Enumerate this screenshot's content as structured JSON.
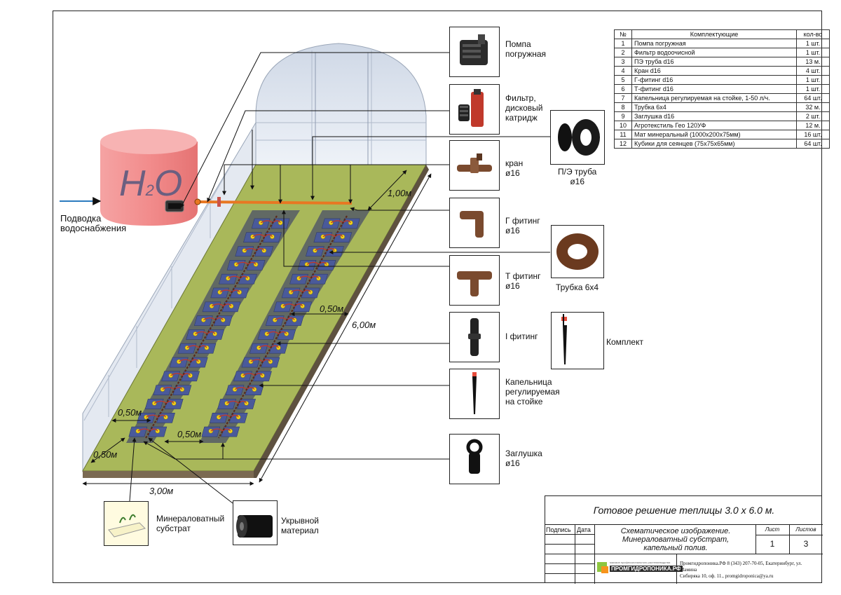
{
  "labels": {
    "water": "H",
    "water_sub": "2",
    "water_o": "O",
    "supply": "Подводка\nводоснабжения",
    "substrate": "Минераловатный\nсубстрат",
    "cover": "Укрывной\nматериал"
  },
  "dimensions": {
    "d1": "1,00м",
    "d2": "0,50м",
    "d3": "6,00м",
    "d4": "0,50м",
    "d5": "0,50м",
    "d6": "0,50м",
    "d7": "3,00м"
  },
  "callouts": [
    {
      "name": "pump",
      "label": "Помпа\nпогружная"
    },
    {
      "name": "filter",
      "label": "Фильтр,\nдисковый\nкатридж"
    },
    {
      "name": "valve",
      "label": "кран\nø16"
    },
    {
      "name": "g-fitting",
      "label": "Г фитинг\nø16"
    },
    {
      "name": "t-fitting",
      "label": "Т фитинг\nø16"
    },
    {
      "name": "i-fitting",
      "label": "I фитинг"
    },
    {
      "name": "dripper",
      "label": "Капельница\nрегулируемая\nна стойке"
    },
    {
      "name": "plug",
      "label": "Заглушка\nø16"
    }
  ],
  "extras": {
    "pe_pipe": "П/Э труба\nø16",
    "tube": "Трубка 6х4",
    "kit": "Комплект"
  },
  "table": {
    "headers": [
      "№",
      "Комплектующие",
      "кол-во"
    ],
    "rows": [
      [
        "1",
        "Помпа погружная",
        "1 шт."
      ],
      [
        "2",
        "Фильтр водоочисной",
        "1 шт."
      ],
      [
        "3",
        "ПЭ труба d16",
        "13 м."
      ],
      [
        "4",
        "Кран d16",
        "4 шт."
      ],
      [
        "5",
        "Г-фитинг d16",
        "1 шт."
      ],
      [
        "6",
        "Т-фитинг d16",
        "1 шт."
      ],
      [
        "7",
        "Капельница регулируемая на стойке, 1-50 л/ч.",
        "64 шт."
      ],
      [
        "8",
        "Трубка 6х4",
        "32 м."
      ],
      [
        "9",
        "Заглушка d16",
        "2 шт."
      ],
      [
        "10",
        "Агротекстиль Гео 120УФ",
        "12 м."
      ],
      [
        "11",
        "Мат минеральный (1000х200х75мм)",
        "16 шт."
      ],
      [
        "12",
        "Кубики для сеянцев (75х75х65мм)",
        "64 шт."
      ]
    ]
  },
  "stamp": {
    "title": "Готовое решение теплицы 3.0 х 6.0 м.",
    "podpis": "Подпись",
    "data": "Дата",
    "desc": "Схематическое  изображение.\nМинераловатный субстрат,\nкапельный полив.",
    "list_label": "Лист",
    "lists_label": "Листов",
    "list_num": "1",
    "lists_num": "3",
    "logo_top": "магазин профессионального растениеводства",
    "logo": "ПРОМГИДРОПОНИКА.РФ",
    "contact": "Промгидропоника.РФ  8 (343) 207-70-05, Екатеринбург, ул. Мамина\nСибиряка 10, оф. 11., promgidroponica@ya.ru"
  },
  "colors": {
    "ground": "#a9b85a",
    "mat": "#4a5a9a",
    "pipe": "#e87722",
    "tank": "#f08a8a",
    "tube": "#c0392b"
  }
}
